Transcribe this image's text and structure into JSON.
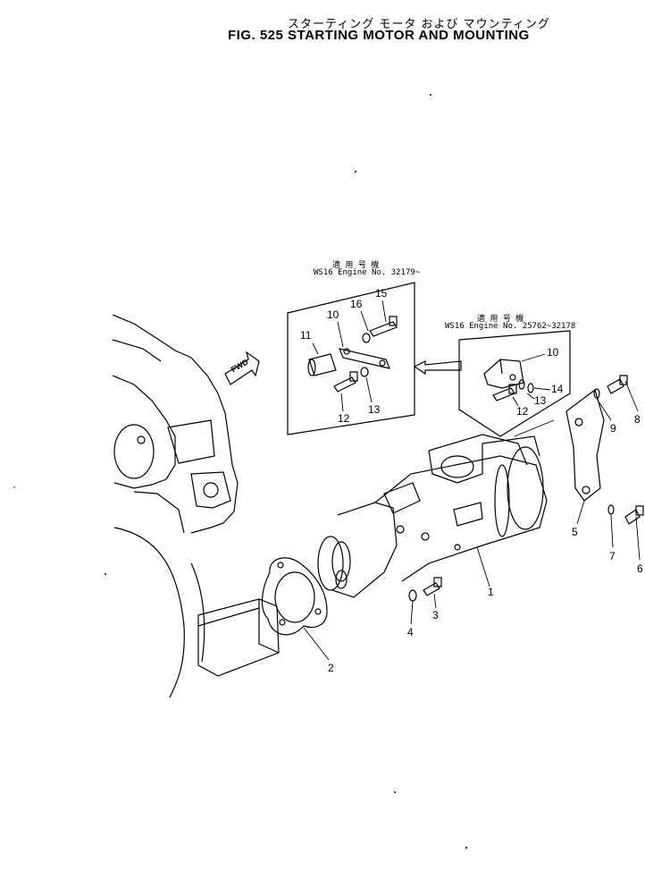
{
  "title_jp": "スターティング モータ および マウンティング",
  "title_en": "FIG. 525  STARTING MOTOR AND MOUNTING",
  "inset_a": {
    "jp": "適 用 号 機",
    "caption": "WS16  Engine  No. 32179~"
  },
  "inset_b": {
    "jp": "適 用 号 機",
    "caption": "WS16  Engine  No. 25762~32178"
  },
  "fwd_label": "FWD",
  "callouts": [
    "1",
    "2",
    "3",
    "4",
    "5",
    "6",
    "7",
    "8",
    "9",
    "10",
    "11",
    "12",
    "13",
    "14",
    "15",
    "16"
  ]
}
